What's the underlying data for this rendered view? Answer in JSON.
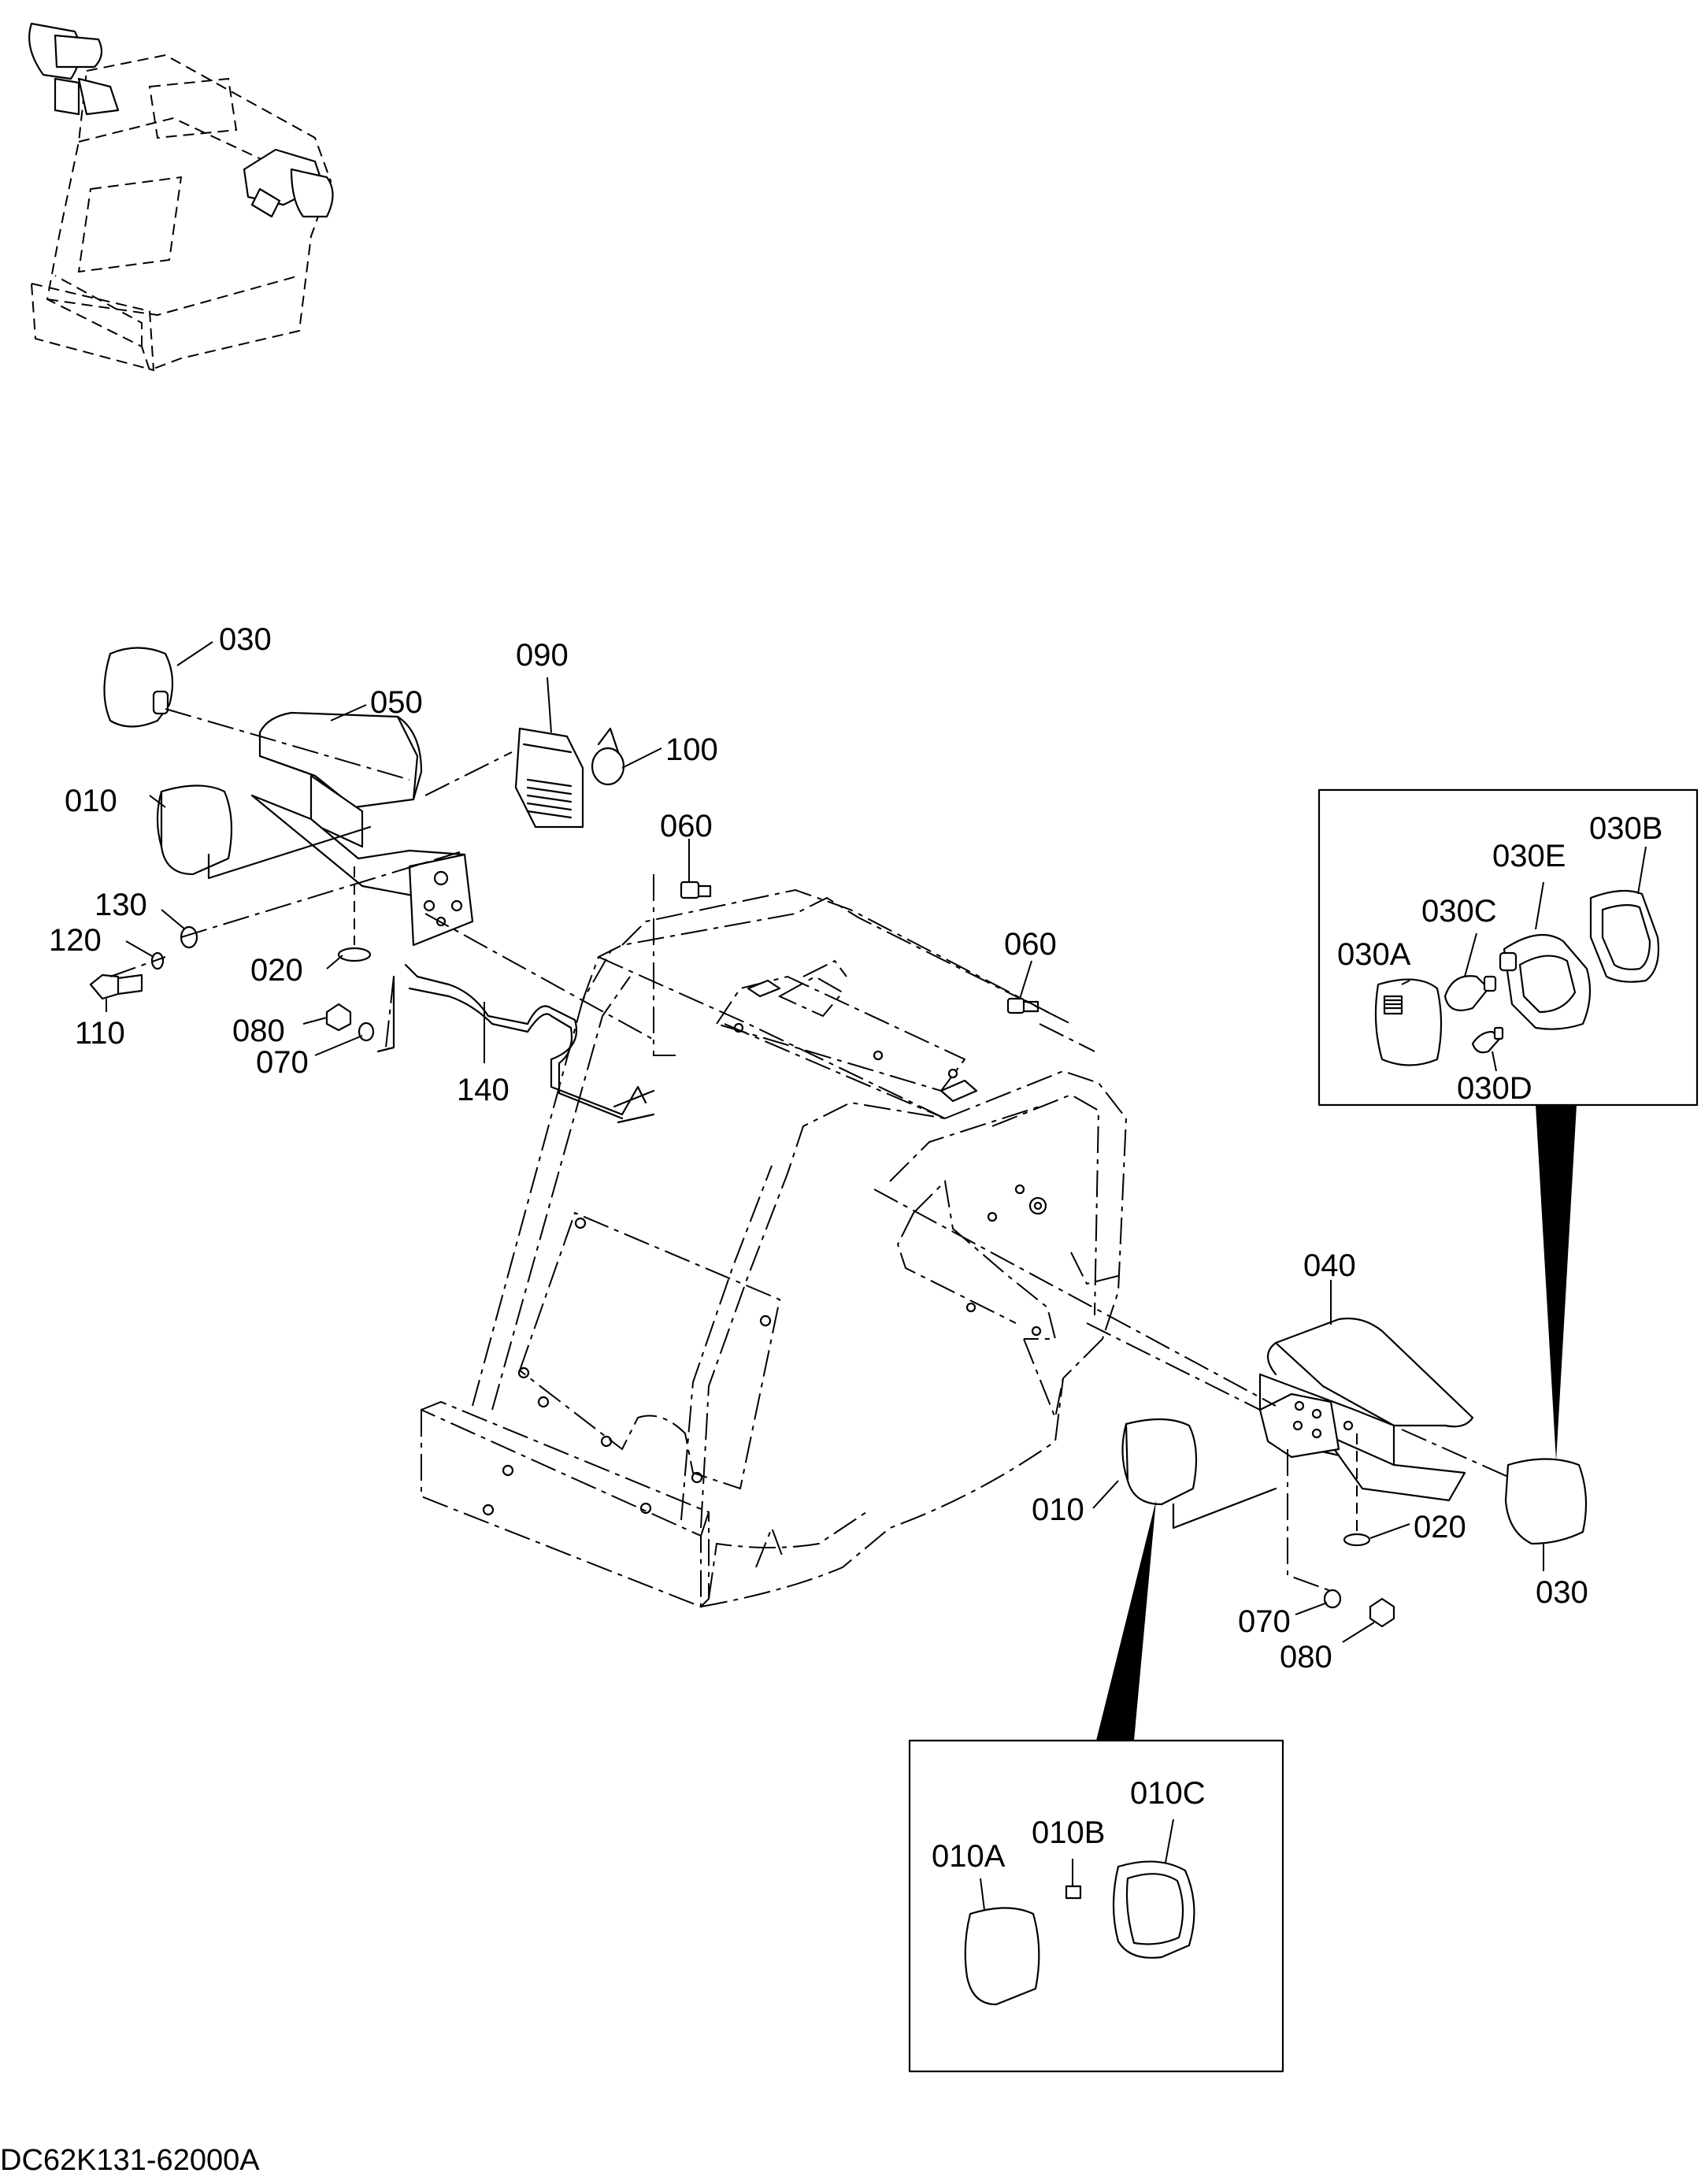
{
  "drawing_code": "DC62K131-62000A",
  "callouts": {
    "c030_top": "030",
    "c050": "050",
    "c090": "090",
    "c100": "100",
    "c010_left": "010",
    "c060_a": "060",
    "c130": "130",
    "c120": "120",
    "c020_left": "020",
    "c110": "110",
    "c080_left": "080",
    "c070_left": "070",
    "c140": "140",
    "c060_b": "060",
    "c040": "040",
    "c010_right": "010",
    "c020_right": "020",
    "c030_right": "030",
    "c070_right": "070",
    "c080_right": "080"
  },
  "detail_030": {
    "c030B": "030B",
    "c030E": "030E",
    "c030C": "030C",
    "c030A": "030A",
    "c030D": "030D"
  },
  "detail_010": {
    "c010C": "010C",
    "c010B": "010B",
    "c010A": "010A"
  }
}
